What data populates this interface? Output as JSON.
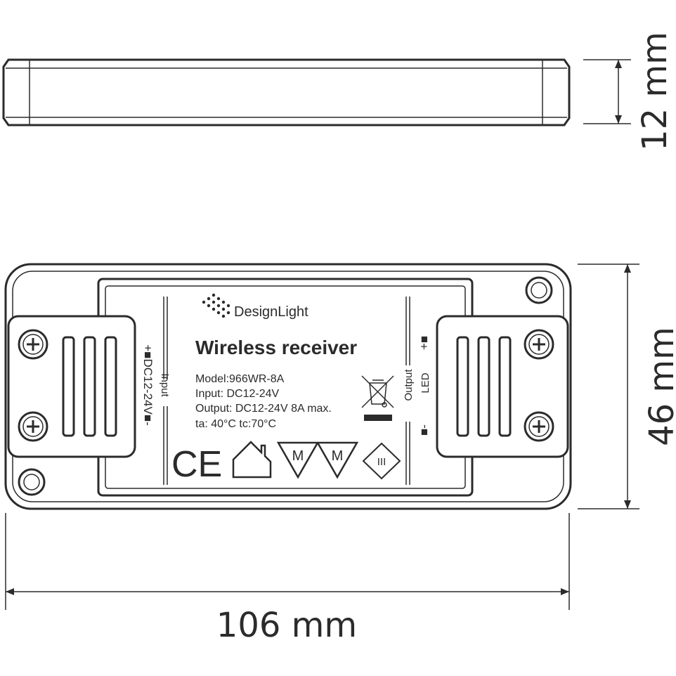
{
  "dimensions": {
    "height": "12 mm",
    "width": "46 mm",
    "length": "106 mm"
  },
  "label": {
    "brand": "DesignLight",
    "title": "Wireless receiver",
    "specs": [
      "Model:966WR-8A",
      "Input: DC12-24V",
      "Output: DC12-24V 8A max.",
      "ta: 40°C  tc:70°C"
    ],
    "input_polarity": "+■DC12-24V■-",
    "input_label": "Input",
    "output_label": "Output",
    "led_label": "LED",
    "output_plus": "+■",
    "output_minus": "■-",
    "ce": "CE",
    "motor_symbol": "M",
    "class_symbol": "III"
  }
}
